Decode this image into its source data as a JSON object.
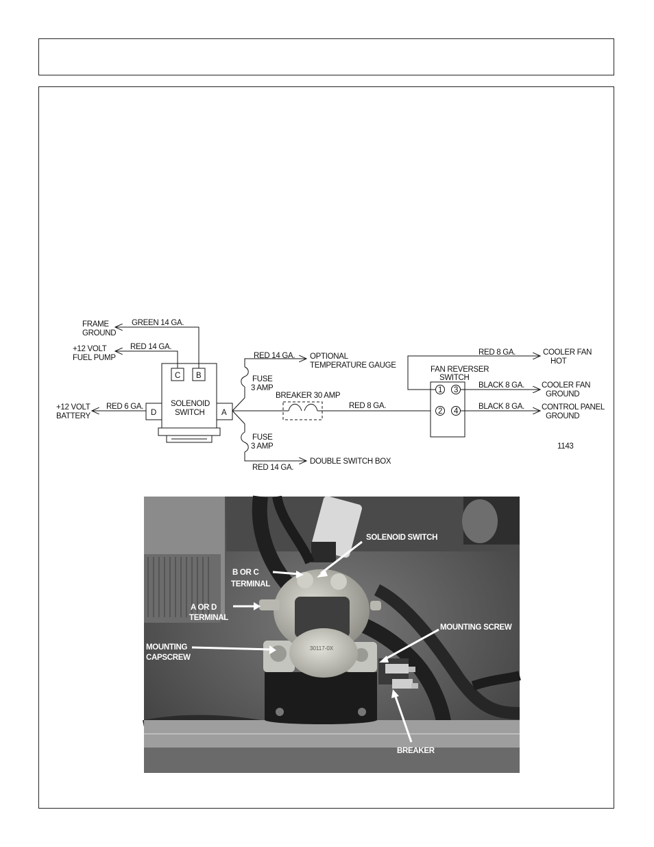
{
  "diagram": {
    "labels": {
      "frame_ground_l1": "FRAME",
      "frame_ground_l2": "GROUND",
      "green_14": "GREEN 14 GA.",
      "fuel_pump_l1": "+12 VOLT",
      "fuel_pump_l2": "FUEL PUMP",
      "red_14_top": "RED 14 GA.",
      "battery_l1": "+12 VOLT",
      "battery_l2": "BATTERY",
      "red_6": "RED 6 GA.",
      "terminal_c": "C",
      "terminal_b": "B",
      "terminal_d": "D",
      "terminal_a": "A",
      "solenoid_l1": "SOLENOID",
      "solenoid_l2": "SWITCH",
      "red_14_gauge": "RED 14 GA.",
      "optional_l1": "OPTIONAL",
      "optional_l2": "TEMPERATURE GAUGE",
      "fuse_top_l1": "FUSE",
      "fuse_top_l2": "3 AMP",
      "breaker_30": "BREAKER 30 AMP",
      "red_8_main": "RED 8 GA.",
      "fuse_bot_l1": "FUSE",
      "fuse_bot_l2": "3 AMP",
      "double_switch": "DOUBLE SWITCH BOX",
      "red_14_bottom": "RED 14 GA.",
      "fan_rev_l1": "FAN REVERSER",
      "fan_rev_l2": "SWITCH",
      "pin1": "1",
      "pin2": "2",
      "pin3": "3",
      "pin4": "4",
      "red_8_top": "RED 8 GA.",
      "cooler_hot_l1": "COOLER FAN",
      "cooler_hot_l2": "HOT",
      "black_8_a": "BLACK 8 GA.",
      "cooler_gnd_l1": "COOLER FAN",
      "cooler_gnd_l2": "GROUND",
      "black_8_b": "BLACK 8 GA.",
      "cp_gnd_l1": "CONTROL PANEL",
      "cp_gnd_l2": "GROUND",
      "figure_number": "1143"
    }
  },
  "photo": {
    "labels": {
      "solenoid_switch": "SOLENOID SWITCH",
      "b_or_c_l1": "B OR C",
      "b_or_c_l2": "TERMINAL",
      "a_or_d_l1": "A OR D",
      "a_or_d_l2": "TERMINAL",
      "mounting_screw": "MOUNTING SCREW",
      "mounting_cap_l1": "MOUNTING",
      "mounting_cap_l2": "CAPSCREW",
      "breaker": "BREAKER"
    }
  }
}
